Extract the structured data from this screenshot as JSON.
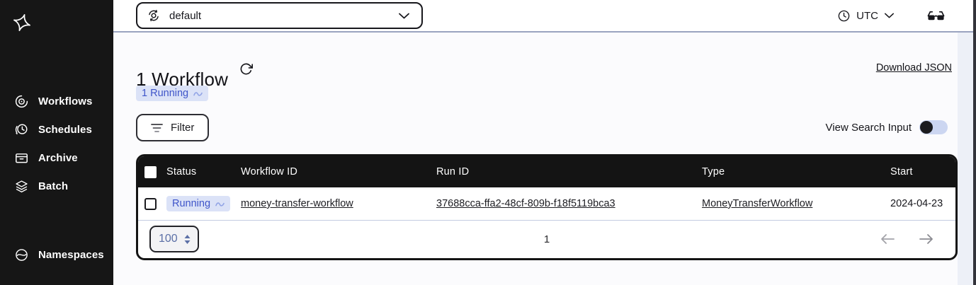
{
  "sidebar": {
    "items": [
      {
        "label": "Workflows"
      },
      {
        "label": "Schedules"
      },
      {
        "label": "Archive"
      },
      {
        "label": "Batch"
      },
      {
        "label": "Namespaces"
      }
    ]
  },
  "topbar": {
    "namespace_selected": "default",
    "timezone": "UTC"
  },
  "page": {
    "title": "1 Workflow",
    "status_summary": "1 Running",
    "download_link": "Download JSON",
    "filter_button": "Filter",
    "view_search_input_label": "View Search Input",
    "search_input_toggle_on": false
  },
  "table": {
    "columns": {
      "status": "Status",
      "workflow_id": "Workflow ID",
      "run_id": "Run ID",
      "type": "Type",
      "start": "Start"
    },
    "rows": [
      {
        "status": "Running",
        "workflow_id": "money-transfer-workflow",
        "run_id": "37688cca-ffa2-48cf-809b-f18f5119bca3",
        "type": "MoneyTransferWorkflow",
        "start": "2024-04-23"
      }
    ],
    "pagination": {
      "per_page": "100",
      "current_page": "1"
    }
  },
  "colors": {
    "accent_blue": "#3f55c9",
    "badge_bg": "#dbe2f7",
    "sidebar_bg": "#161616",
    "table_header_bg": "#141414",
    "topbar_divider": "#9aa3bf"
  }
}
